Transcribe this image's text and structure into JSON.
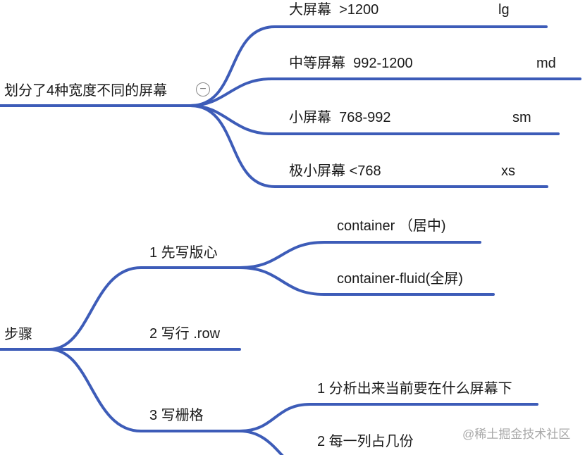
{
  "mindmap": {
    "group1": {
      "root": "划分了4种宽度不同的屏幕",
      "children": [
        {
          "label": "大屏幕  >1200",
          "code": "lg"
        },
        {
          "label": "中等屏幕  992-1200",
          "code": "md"
        },
        {
          "label": "小屏幕  768-992",
          "code": "sm"
        },
        {
          "label": "极小屏幕 <768",
          "code": "xs"
        }
      ]
    },
    "group2": {
      "root": "步骤",
      "children": [
        {
          "label": "1 先写版心",
          "children": [
            "container （居中)",
            "container-fluid(全屏)"
          ]
        },
        {
          "label": "2 写行 .row"
        },
        {
          "label": "3 写栅格",
          "children": [
            "1 分析出来当前要在什么屏幕下",
            "2 每一列占几份"
          ]
        }
      ]
    }
  },
  "watermark": "@稀土掘金技术社区",
  "colors": {
    "edge": "#3d5cb8",
    "text": "#1a1a1a",
    "watermark": "#a8a8a8"
  },
  "icons": {
    "collapse": "collapse-minus-icon"
  }
}
